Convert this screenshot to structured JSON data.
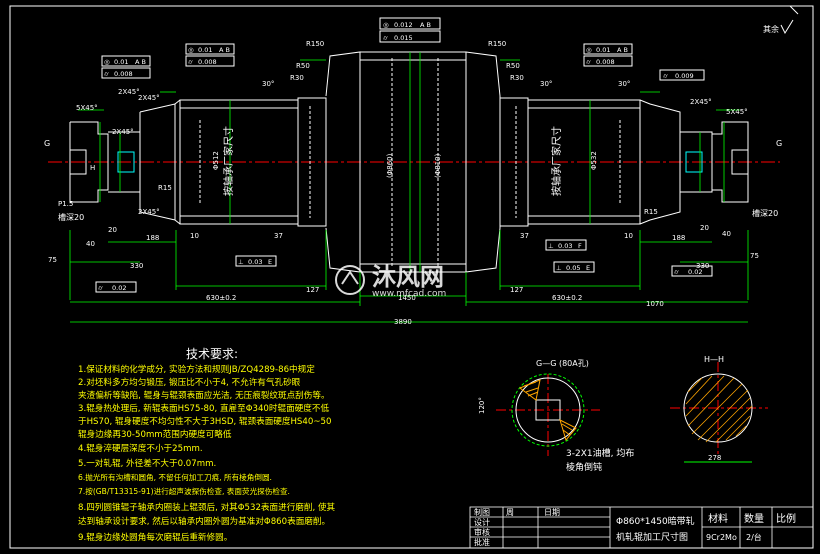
{
  "colors": {
    "background": "#000000",
    "frame": "#ffffff",
    "part_outline": "#ffffff",
    "dimension": "#00ff00",
    "center_line": "#ff0000",
    "hatch": "#ffa500",
    "datum": "#00ffff",
    "text_yellow": "#ffff00",
    "title_block": "#ffffff"
  },
  "roughness_mark": "其余",
  "top_dims": {
    "r150_left": "R150",
    "r150_right": "R150",
    "r50_left": "R50",
    "r50_right": "R50",
    "r30_left": "R30",
    "r30_right": "R30",
    "angle_left": "30°",
    "angle_right": "30°",
    "angle_right2": "30°",
    "chamfer1": "2X45°",
    "chamfer2": "2X45°",
    "chamfer3": "5X45°",
    "chamfer4": "5X45°",
    "chamfer5": "2X45°",
    "chamfer6": "2X45°",
    "chamfer7": "2X45°"
  },
  "tolerance_frames": [
    {
      "symbol": "◎",
      "value": "0.01",
      "ref": "A B"
    },
    {
      "symbol": "⌭",
      "value": "0.008",
      "ref": ""
    },
    {
      "symbol": "◎",
      "value": "0.01",
      "ref": "A B"
    },
    {
      "symbol": "⌭",
      "value": "0.008",
      "ref": ""
    },
    {
      "symbol": "◎",
      "value": "0.012",
      "ref": "A B"
    },
    {
      "symbol": "⌭",
      "value": "0.015",
      "ref": ""
    },
    {
      "symbol": "◎",
      "value": "0.01",
      "ref": "A B"
    },
    {
      "symbol": "⌭",
      "value": "0.008",
      "ref": ""
    },
    {
      "symbol": "⌭",
      "value": "0.009",
      "ref": ""
    },
    {
      "symbol": "⊥",
      "value": "0.03",
      "ref": "E"
    },
    {
      "symbol": "⊥",
      "value": "0.03",
      "ref": "F"
    },
    {
      "symbol": "⌭",
      "value": "0.02",
      "ref": ""
    },
    {
      "symbol": "⌭",
      "value": "0.02",
      "ref": ""
    },
    {
      "symbol": "⊥",
      "value": "0.05",
      "ref": "E"
    }
  ],
  "body_labels": {
    "bearing_left": "按轴承厂家尺寸",
    "bearing_right": "按轴承厂家尺寸",
    "dia_main": "(Φ810)",
    "dia_main2": "(Φ860)",
    "dia_left_a": "Φ512",
    "dia_right_a": "Φ532",
    "r15_left": "R15",
    "r15_right": "R15",
    "groove_left": "槽深20",
    "groove_right": "槽深20",
    "r1_left": "P1.5",
    "hole_label": "H",
    "g_label_left": "G",
    "g_label_right": "G"
  },
  "dims": {
    "d188_left": "188",
    "d10_left": "10",
    "d37_left": "37",
    "d75_left": "75",
    "d330_left": "330",
    "d127_left": "127",
    "d630_left": "630±0.2",
    "d1450": "1450",
    "d630_right": "630±0.2",
    "d1070": "1070",
    "d3890": "3890",
    "d37_right": "37",
    "d10_right": "10",
    "d188_right": "188",
    "d75_right": "75",
    "d330_right": "330",
    "d127_right": "127",
    "d40_left": "40",
    "d20_left": "20",
    "d40_right": "40",
    "d20_right": "20"
  },
  "tech_requirements": {
    "title": "技术要求:",
    "items": [
      "1.保证材料的化学成分, 实验方法和规则JB/ZQ4289-86中规定",
      "2.对坯料多方均匀锻压, 锻压比不小于4, 不允许有气孔砂眼",
      "  夹渣偏析等缺陷, 辊身与辊颈表面应光洁, 无压痕裂纹斑点刮伤等。",
      "3.辊身热处理后, 新辊表面HS75-80, 直雇至Φ340时辊面硬度不低",
      "  于HS70, 辊身硬度不均匀性不大于3HSD, 辊颈表面硬度HS40~50",
      "  辊身边缘再30-50mm范围内硬度可略低",
      "4.辊身淬硬层深度不小于25mm.",
      "5.一对轧辊, 外径差不大于0.07mm.",
      "6.抛光所有沟槽和圆角, 不留任何加工刀痕, 所有棱角倒圆.",
      "7.按(GB/T13315-91)进行超声波探伤检查, 表面荧光探伤检查.",
      "8.四列圆锥辊子轴承内圈装上辊颈后, 对其Φ532表面进行磨削, 使其",
      "  达到轴承设计要求, 然后以轴承内圈外圆为基准对Φ860表面磨削。",
      "9.辊身边缘处圆角每次磨辊后重新修圆。"
    ]
  },
  "section_gg": {
    "title": "G—G (80A孔)",
    "note1": "3-2X1油槽, 均布",
    "note2": "棱角倒钝",
    "dim": "120°"
  },
  "section_hh": {
    "title": "H—H",
    "dim": "278"
  },
  "title_block": {
    "part_name_line1": "Φ860*1450暗带轧",
    "part_name_line2": "机轧辊加工尺寸图",
    "material_label": "材料",
    "qty_label": "数量",
    "scale_label": "比例",
    "material": "9Cr2Mo",
    "qty": "2/台",
    "rows": [
      "制图",
      "设计",
      "审核",
      "批准"
    ],
    "col_week": "周",
    "col_date": "日期"
  },
  "watermark": {
    "brand_cn": "沐风网",
    "brand_url": "www.mfcad.com"
  }
}
